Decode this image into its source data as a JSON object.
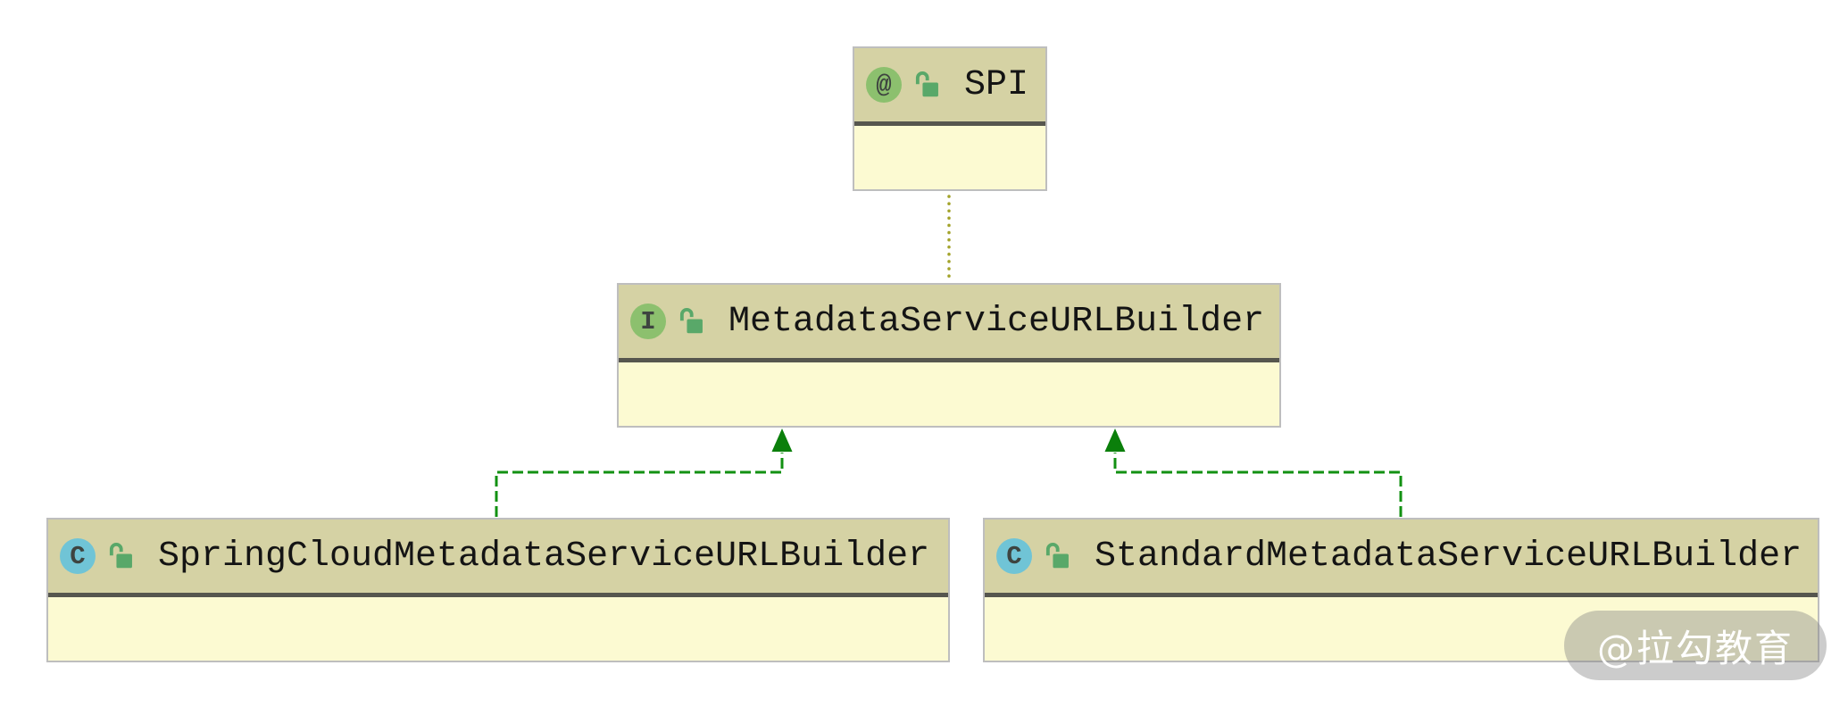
{
  "diagram": {
    "tool": "uml-class-diagram",
    "nodes": [
      {
        "id": "spi",
        "kind": "annotation",
        "badge": "@",
        "visibility": "public",
        "name": "SPI",
        "icon": "annotation-icon"
      },
      {
        "id": "metadata-service-url-builder",
        "kind": "interface",
        "badge": "I",
        "visibility": "public",
        "name": "MetadataServiceURLBuilder",
        "icon": "interface-icon"
      },
      {
        "id": "spring-cloud-metadata-service-url-builder",
        "kind": "class",
        "badge": "C",
        "visibility": "public",
        "name": "SpringCloudMetadataServiceURLBuilder",
        "icon": "class-icon"
      },
      {
        "id": "standard-metadata-service-url-builder",
        "kind": "class",
        "badge": "C",
        "visibility": "public",
        "name": "StandardMetadataServiceURLBuilder",
        "icon": "class-icon"
      }
    ],
    "edges": [
      {
        "from": "SPI",
        "to": "MetadataServiceURLBuilder",
        "type": "annotation-link",
        "style": "dotted"
      },
      {
        "from": "SpringCloudMetadataServiceURLBuilder",
        "to": "MetadataServiceURLBuilder",
        "type": "implements",
        "style": "dashed-arrow"
      },
      {
        "from": "StandardMetadataServiceURLBuilder",
        "to": "MetadataServiceURLBuilder",
        "type": "implements",
        "style": "dashed-arrow"
      }
    ]
  },
  "watermark": {
    "text": "@拉勾教育"
  },
  "colors": {
    "canvas_bg": "#ffffff",
    "header_bg": "#d5d2a4",
    "body_bg": "#fcfad2",
    "node_border": "#bebebe",
    "divider": "#56564e",
    "title_color": "#141414",
    "annotation_bg": "#8cc06e",
    "interface_bg": "#8cc06e",
    "class_bg": "#70c4d6",
    "glyph_color": "#3e4440",
    "lock_green": "#59a869",
    "edge_green": "#129112",
    "arrow_green": "#0b7f0b",
    "dotted_olive": "#a3a32b",
    "watermark_bg": "rgba(128,128,128,0.40)",
    "watermark_text": "#ffffff"
  }
}
